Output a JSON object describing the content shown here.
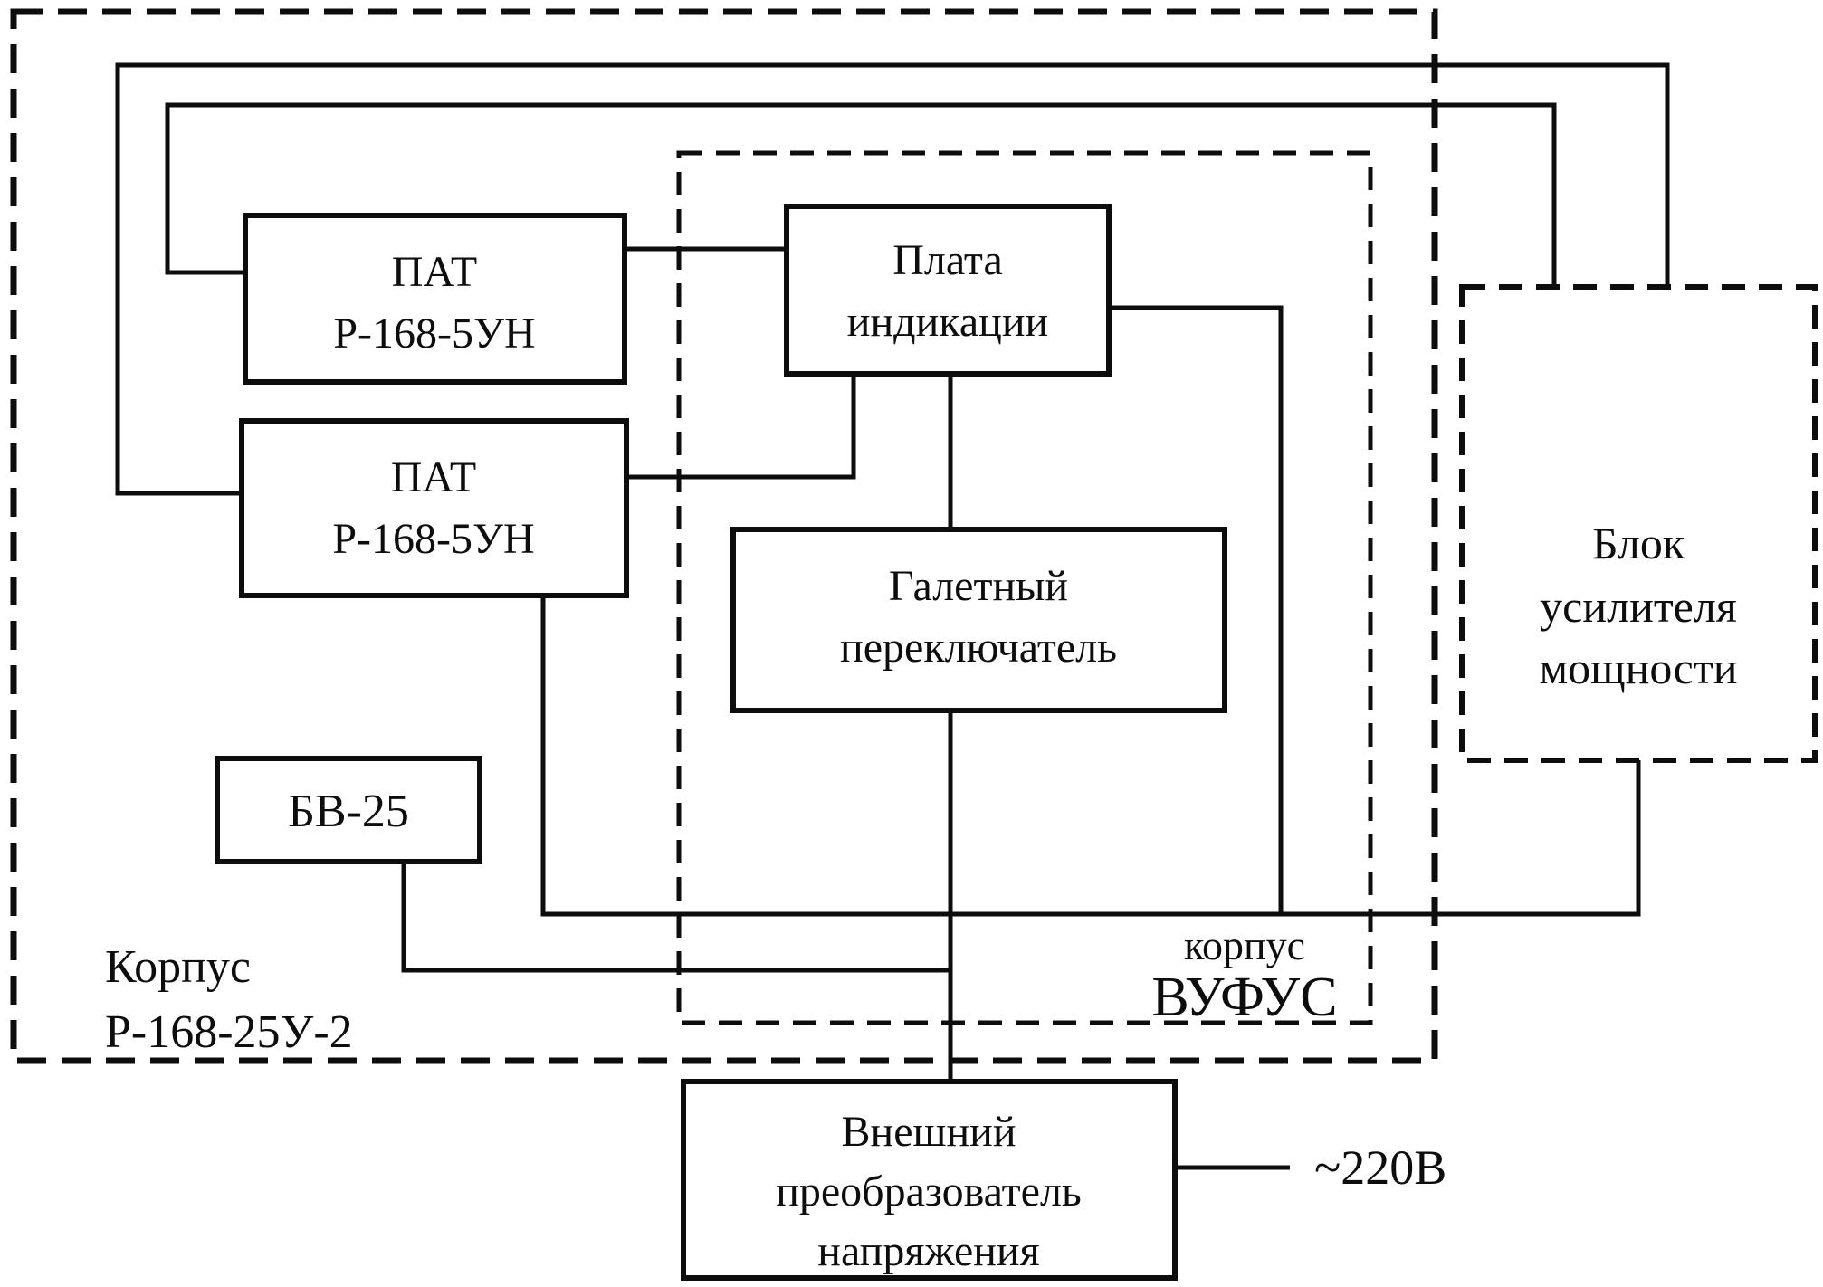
{
  "page": {
    "background": "#ffffff",
    "ink": "#0d0d0d"
  },
  "enclosures": {
    "outer_case": {
      "label_line1": "Корпус",
      "label_line2": "Р-168-25У-2"
    },
    "vufus_case": {
      "label_line1": "корпус",
      "label_line2": "ВУФУС"
    },
    "amplifier_unit": {
      "label_line1": "Блок",
      "label_line2": "усилителя",
      "label_line3": "мощности"
    }
  },
  "blocks": {
    "pat_top": {
      "line1": "ПАТ",
      "line2": "Р-168-5УН"
    },
    "pat_bottom": {
      "line1": "ПАТ",
      "line2": "Р-168-5УН"
    },
    "indicator_board": {
      "line1": "Плата",
      "line2": "индикации"
    },
    "rotary_switch": {
      "line1": "Галетный",
      "line2": "переключатель"
    },
    "bv25": {
      "label": "БВ-25"
    },
    "external_converter": {
      "line1": "Внешний",
      "line2": "преобразователь",
      "line3": "напряжения"
    }
  },
  "annotations": {
    "mains_voltage": "~220В"
  }
}
